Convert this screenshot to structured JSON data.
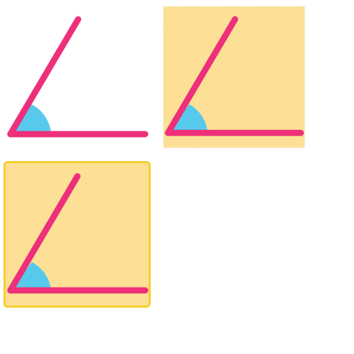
{
  "icon": {
    "name": "angle-icon",
    "colors": {
      "ray": "#ee2f7a",
      "arc_fill": "#57c9ec",
      "tile_background": "#fde096",
      "selected_border": "#f6cf2c"
    }
  },
  "tiles": [
    {
      "state": "default"
    },
    {
      "state": "hover"
    },
    {
      "state": "selected"
    }
  ]
}
